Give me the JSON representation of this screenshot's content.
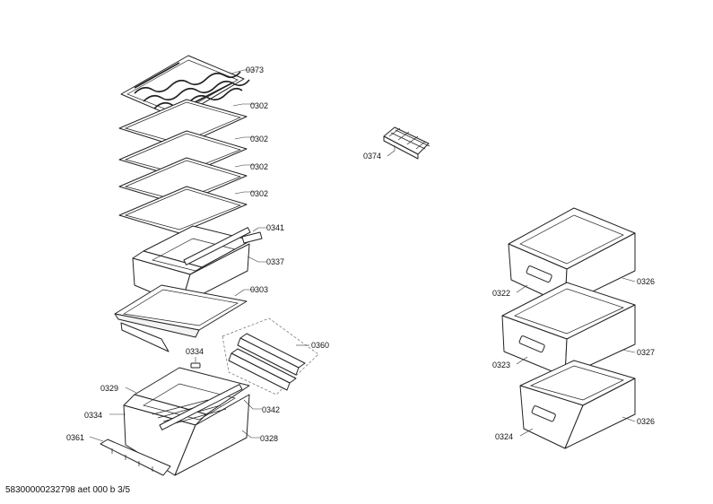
{
  "labels": {
    "l0373": "0373",
    "l0302a": "0302",
    "l0302b": "0302",
    "l0302c": "0302",
    "l0302d": "0302",
    "l0341": "0341",
    "l0337": "0337",
    "l0303": "0303",
    "l0334a": "0334",
    "l0360": "0360",
    "l0329": "0329",
    "l0334b": "0334",
    "l0342": "0342",
    "l0361": "0361",
    "l0328": "0328",
    "l0374": "0374",
    "l0322": "0322",
    "l0326a": "0326",
    "l0323": "0323",
    "l0327": "0327",
    "l0324": "0324",
    "l0326b": "0326"
  },
  "footer": "58300000232798 aet 000 b 3/5"
}
